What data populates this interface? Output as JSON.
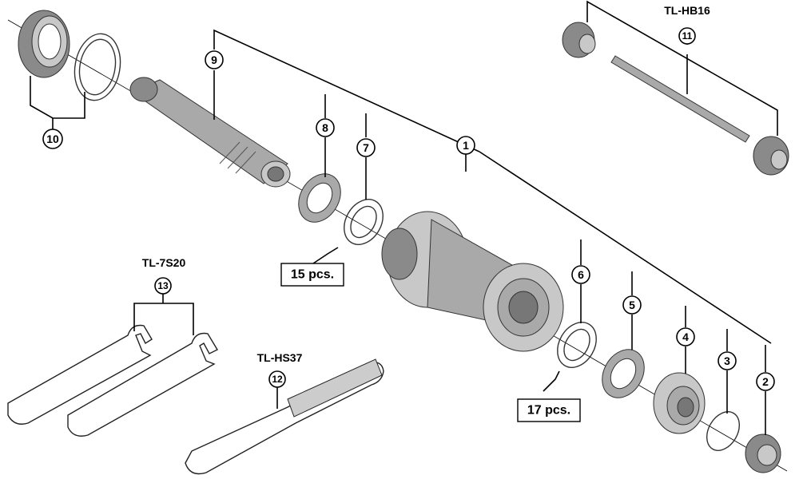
{
  "diagram": {
    "callouts": [
      {
        "id": "1",
        "label": "1"
      },
      {
        "id": "2",
        "label": "2"
      },
      {
        "id": "3",
        "label": "3"
      },
      {
        "id": "4",
        "label": "4"
      },
      {
        "id": "5",
        "label": "5"
      },
      {
        "id": "6",
        "label": "6"
      },
      {
        "id": "7",
        "label": "7"
      },
      {
        "id": "8",
        "label": "8"
      },
      {
        "id": "9",
        "label": "9"
      },
      {
        "id": "10",
        "label": "10"
      },
      {
        "id": "11",
        "label": "11"
      },
      {
        "id": "12",
        "label": "12"
      },
      {
        "id": "13",
        "label": "13"
      }
    ],
    "tool_labels": {
      "tl_hb16": "TL-HB16",
      "tl_7s20": "TL-7S20",
      "tl_hs37": "TL-HS37"
    },
    "quantities": {
      "balls_left": "15 pcs.",
      "balls_right": "17 pcs."
    },
    "colors": {
      "line": "#000000",
      "metal": "#a9a9a9",
      "background": "#ffffff"
    }
  }
}
